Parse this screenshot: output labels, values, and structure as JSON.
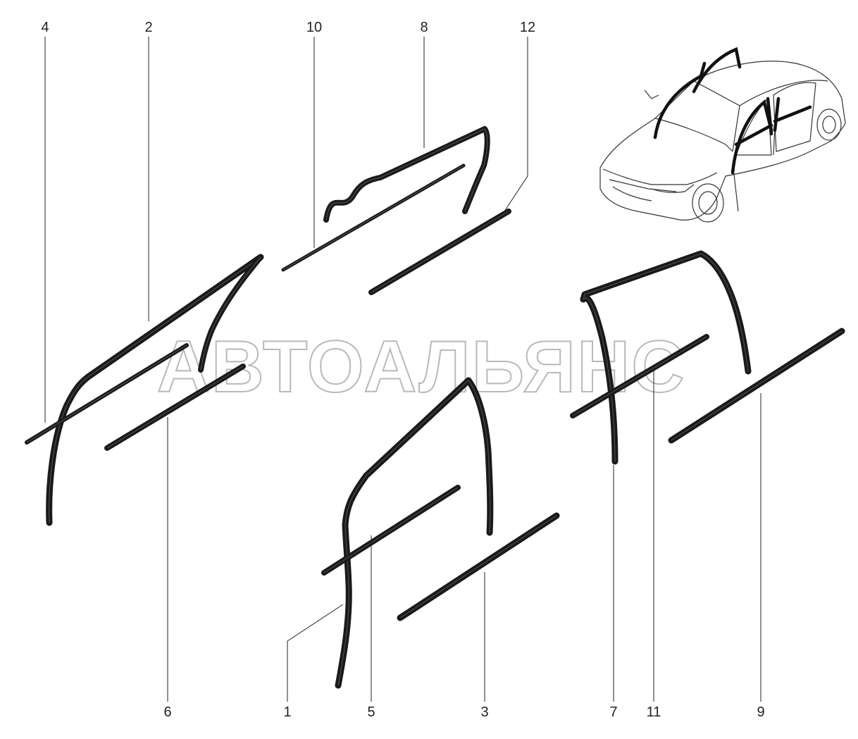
{
  "watermark": "АВТОАЛЬЯНС",
  "callouts": {
    "c1": "1",
    "c2": "2",
    "c3": "3",
    "c4": "4",
    "c5": "5",
    "c6": "6",
    "c7": "7",
    "c8": "8",
    "c9": "9",
    "c10": "10",
    "c11": "11",
    "c12": "12"
  },
  "colors": {
    "line": "#1a1a1a",
    "watermark": "#b9b9b9",
    "background": "#ffffff"
  }
}
